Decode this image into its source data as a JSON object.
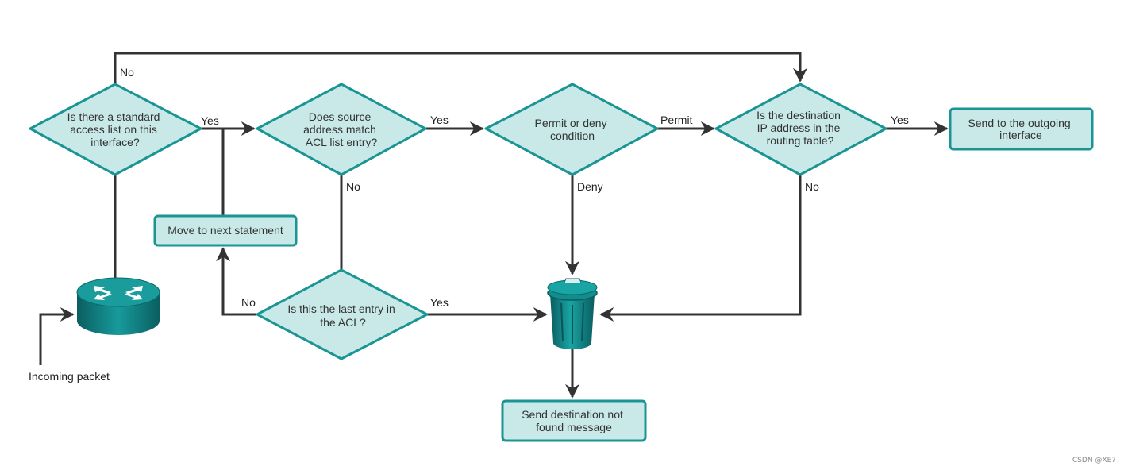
{
  "colors": {
    "node_fill": "#c8e9e8",
    "node_stroke": "#1a9593",
    "line": "#333333",
    "device": "#0e7b7c"
  },
  "decisions": {
    "standard_acl": [
      "Is there a standard",
      "access list on this",
      "interface?"
    ],
    "source_match": [
      "Does source",
      "address match",
      "ACL list entry?"
    ],
    "permit_deny": [
      "Permit or deny",
      "condition"
    ],
    "routing_table": [
      "Is the destination",
      "IP address in the",
      "routing table?"
    ],
    "last_entry": [
      "Is this the last entry in",
      "the ACL?"
    ]
  },
  "processes": {
    "send_outgoing": [
      "Send to the outgoing",
      "interface"
    ],
    "next_statement": [
      "Move to next statement"
    ],
    "not_found": [
      "Send destination not",
      "found message"
    ]
  },
  "edge_labels": {
    "std_no": "No",
    "std_yes": "Yes",
    "source_yes": "Yes",
    "source_no": "No",
    "permit": "Permit",
    "deny": "Deny",
    "route_yes": "Yes",
    "route_no": "No",
    "last_no": "No",
    "last_yes": "Yes"
  },
  "labels": {
    "incoming_packet": "Incoming packet",
    "watermark": "CSDN @XE7"
  },
  "icons": {
    "router": "router-icon",
    "trash": "trash-bin-icon"
  }
}
